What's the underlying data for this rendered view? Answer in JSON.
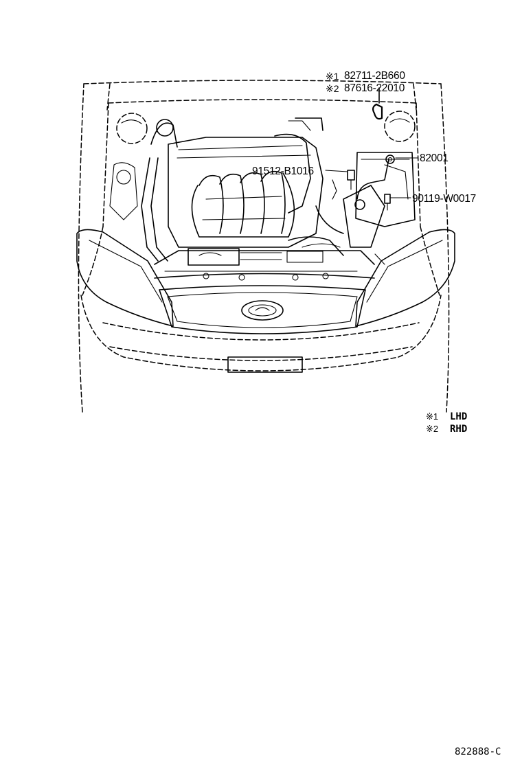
{
  "callouts": [
    {
      "marker": "※1",
      "part_number": "82711-2B660"
    },
    {
      "marker": "※2",
      "part_number": "87616-22010"
    },
    {
      "marker": "",
      "part_number": "82001"
    },
    {
      "marker": "",
      "part_number": "91512-B1016"
    },
    {
      "marker": "",
      "part_number": "90119-W0017"
    }
  ],
  "legend": [
    {
      "marker": "※1",
      "label": "LHD"
    },
    {
      "marker": "※2",
      "label": "RHD"
    }
  ],
  "figure_id": "822888-C"
}
